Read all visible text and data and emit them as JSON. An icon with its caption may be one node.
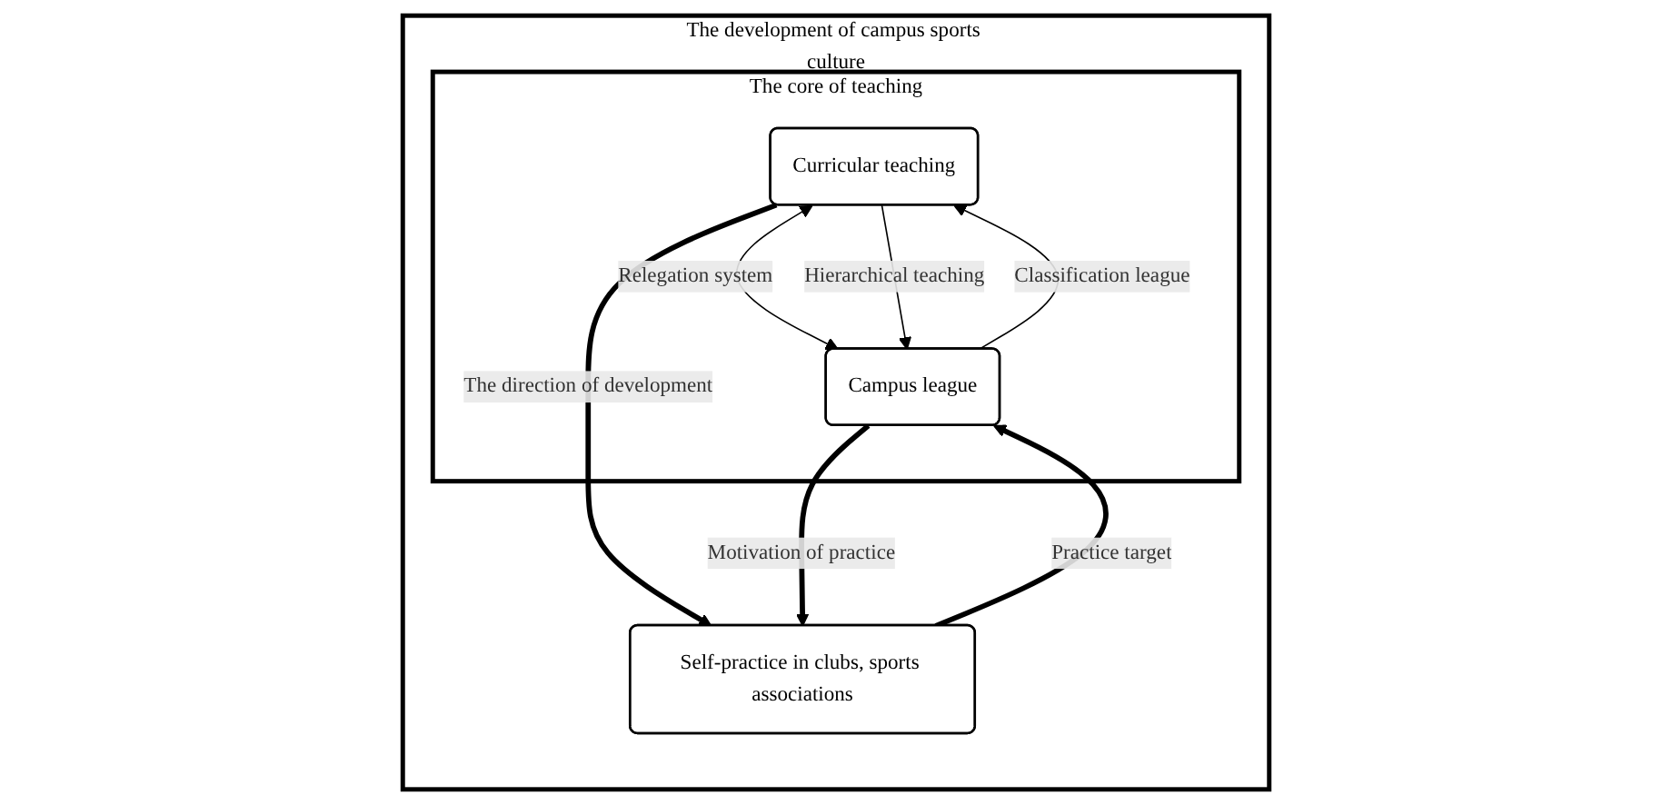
{
  "diagram": {
    "nodes": [
      {
        "text": [
          "The development of campus sports culture"
        ]
      },
      {
        "text": [
          "The core of teaching"
        ],
        "in": 0
      },
      {
        "text": [
          "Curricular teaching"
        ],
        "in": 1
      },
      {
        "text": [
          "Campus league"
        ],
        "in": 1
      },
      {
        "text": [
          "Self-practice in clubs, sports associations"
        ],
        "in": 0
      }
    ],
    "edges": [
      {
        "from": 3,
        "to": 2,
        "arrow": "to",
        "label": "Classification league"
      },
      {
        "from": 2,
        "to": 3,
        "arrow": "both",
        "label": "Relegation system"
      },
      {
        "from": 2,
        "to": 3,
        "arrow": "to",
        "label": "Hierarchical teaching"
      },
      {
        "from": 2,
        "to": 4,
        "arrow": "to",
        "label": "The direction of development",
        "style": "thick"
      },
      {
        "from": 3,
        "to": 4,
        "arrow": "to",
        "label": "Motivation of practice",
        "style": "thick"
      },
      {
        "from": 4,
        "to": 3,
        "arrow": "to",
        "label": "Practice target",
        "style": "thick"
      }
    ]
  }
}
